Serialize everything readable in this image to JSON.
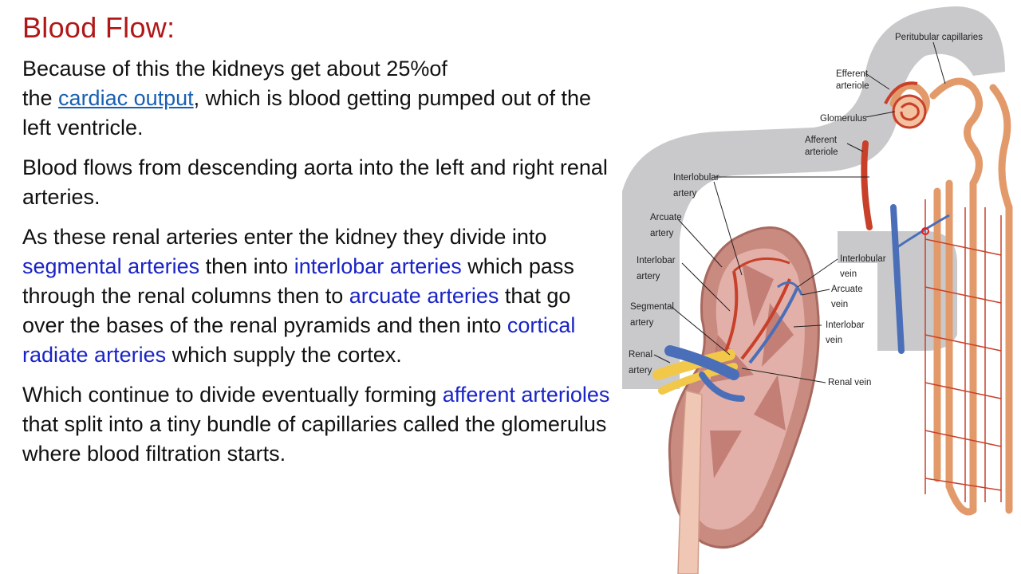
{
  "slide": {
    "title": "Blood Flow:",
    "p1": {
      "line1": "Because of this the kidneys get about 25%of",
      "pre": "the ",
      "link": "cardiac output",
      "post": ", which is blood getting pumped out of the left ventricle."
    },
    "p2": "Blood flows from descending  aorta into the left and right renal arteries.",
    "p3": {
      "t1": "As these renal arteries enter the kidney they divide into ",
      "term1": "segmental arteries",
      "t2": " then into ",
      "term2": "interlobar arteries",
      "t3": " which pass through the renal columns then to ",
      "term3": "arcuate arteries",
      "t4": " that go over the bases of the renal pyramids and then into ",
      "term4": "cortical radiate arteries",
      "t5": " which supply the cortex."
    },
    "p4": {
      "t1": "Which continue to divide eventually forming ",
      "term1": "afferent arterioles",
      "t2": " that split into a tiny bundle of capillaries called the glomerulus where blood filtration starts."
    }
  },
  "diagram": {
    "labels": {
      "peritubular": "Peritubular capillaries",
      "efferent1": "Efferent",
      "efferent2": "arteriole",
      "glomerulus": "Glomerulus",
      "afferent1": "Afferent",
      "afferent2": "arteriole",
      "interlobular_a1": "Interlobular",
      "interlobular_a2": "artery",
      "arcuate_a1": "Arcuate",
      "arcuate_a2": "artery",
      "interlobar_a1": "Interlobar",
      "interlobar_a2": "artery",
      "segmental1": "Segmental",
      "segmental2": "artery",
      "renal_a1": "Renal",
      "renal_a2": "artery",
      "interlobular_v1": "Interlobular",
      "interlobular_v2": "vein",
      "arcuate_v1": "Arcuate",
      "arcuate_v2": "vein",
      "interlobar_v1": "Interlobar",
      "interlobar_v2": "vein",
      "renal_vein": "Renal vein"
    },
    "colors": {
      "title": "#b01818",
      "link": "#1a5fb4",
      "term": "#1a24c6",
      "artery": "#c8402a",
      "vein": "#4a6fb8",
      "tubule": "#f2b98a",
      "kidney": "#c98a80",
      "band": "#c9c9cc"
    }
  }
}
